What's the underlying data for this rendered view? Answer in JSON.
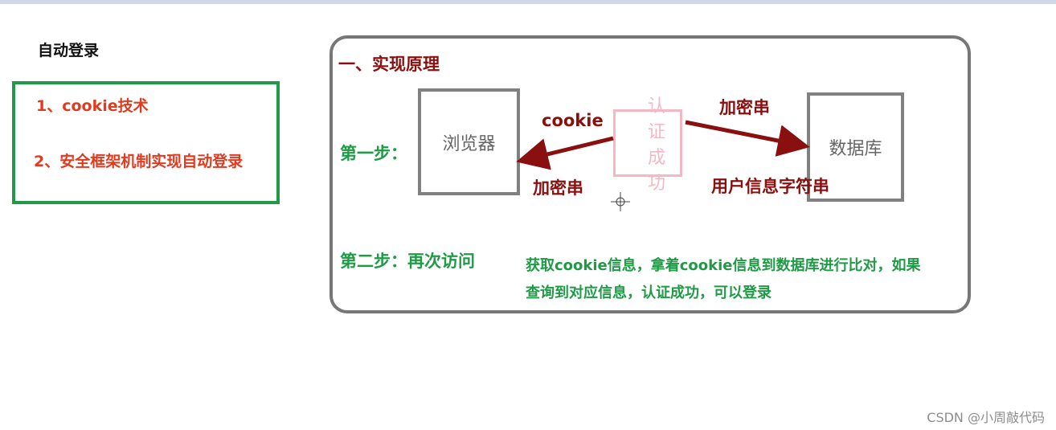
{
  "page_title": "自动登录",
  "methods": [
    "1、cookie技术",
    "2、安全框架机制实现自动登录"
  ],
  "principle": {
    "heading": "一、实现原理",
    "step1_label": "第一步：",
    "browser": "浏览器",
    "auth_success": "认证成功",
    "database": "数据库",
    "cookie_label": "cookie",
    "encrypted_to_browser": "加密串",
    "encrypted_to_db": "加密串",
    "user_info_string": "用户信息字符串",
    "step2_label": "第二步：再次访问",
    "step2_desc_line1": "获取cookie信息，拿着cookie信息到数据库进行比对，如果",
    "step2_desc_line2": "查询到对应信息，认证成功，可以登录"
  },
  "watermark": "CSDN @小周敲代码",
  "colors": {
    "green": "#1f9a45",
    "red": "#e23a1f",
    "dark_red": "#8a1010",
    "gray": "#808080",
    "pink": "#f4b8c4"
  },
  "icons": [
    "crosshair-icon"
  ]
}
